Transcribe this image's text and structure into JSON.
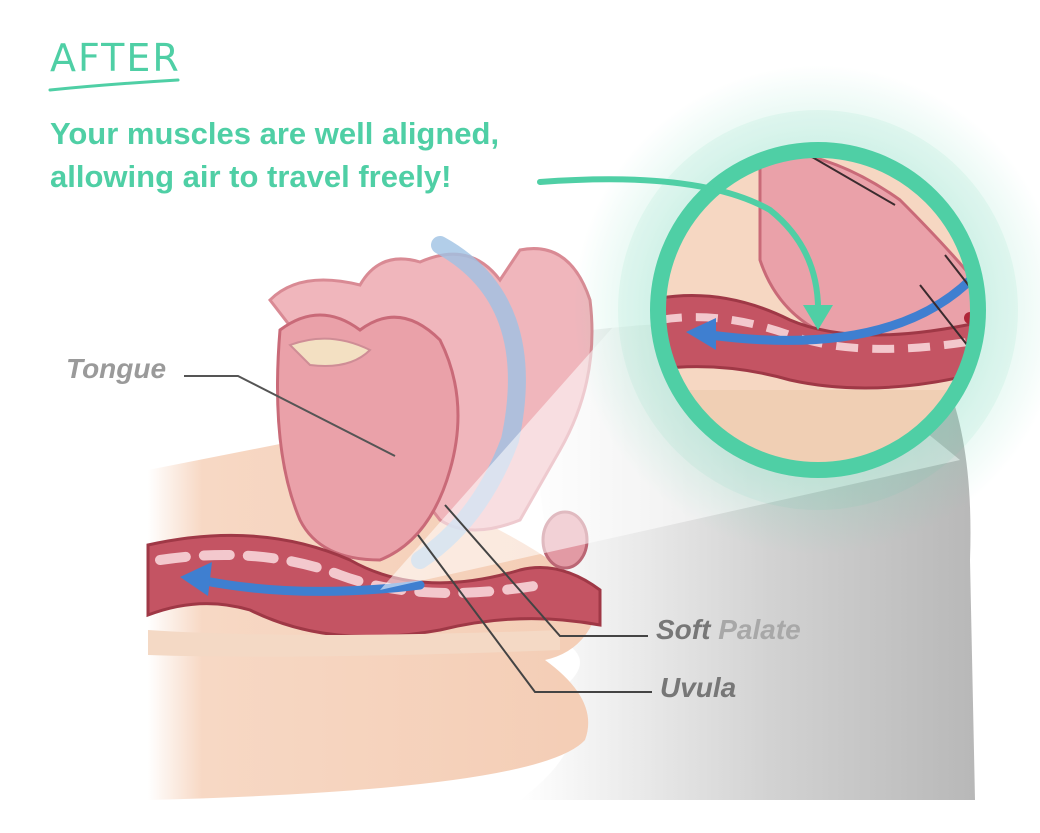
{
  "heading": "AFTER",
  "caption": {
    "line1": "Your muscles are well aligned,",
    "line2": "allowing air to travel freely!"
  },
  "labels": {
    "tongue": "Tongue",
    "soft_palate_part1": "Soft",
    "soft_palate_part2": " Palate",
    "uvula": "Uvula"
  },
  "colors": {
    "accent": "#4fcfa5",
    "airflow": "#3f7fd0",
    "tissue": "#e8a3ab",
    "skin": "#f6d2bd",
    "profile_shadow": "#c9c9c9"
  }
}
